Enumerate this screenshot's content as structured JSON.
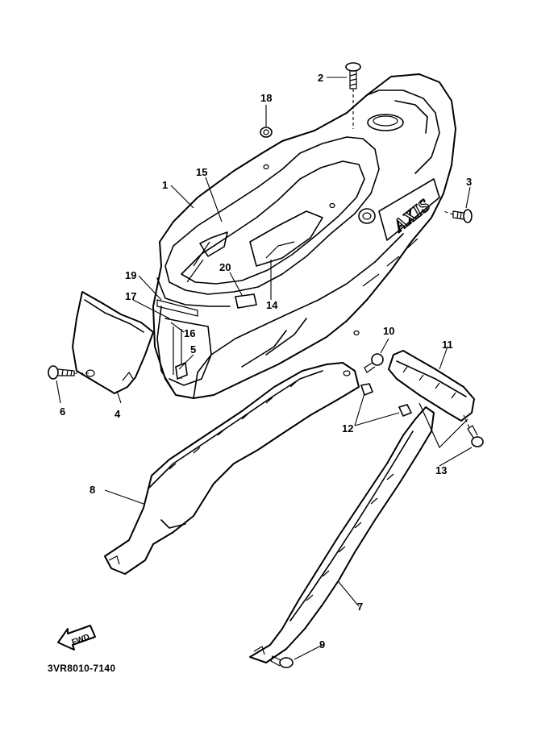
{
  "diagram": {
    "code": "3VR8010-7140",
    "fwd_label": "FWD",
    "logo_text": "AXIS"
  },
  "callouts": [
    "1",
    "2",
    "3",
    "4",
    "5",
    "6",
    "7",
    "8",
    "9",
    "10",
    "11",
    "12",
    "13",
    "14",
    "15",
    "16",
    "17",
    "18",
    "19",
    "20"
  ]
}
